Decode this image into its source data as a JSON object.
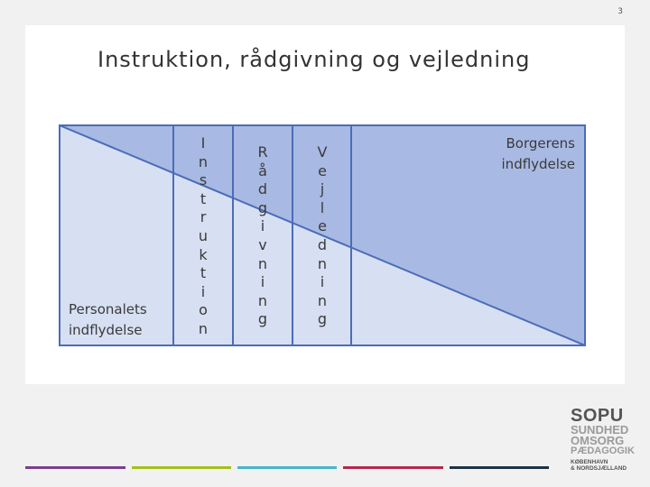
{
  "page_number": "3",
  "title": "Instruktion, rådgivning og vejledning",
  "diagram": {
    "top_right_label": [
      "Borgerens",
      "indflydelse"
    ],
    "bottom_left_label": [
      "Personalets",
      "indflydelse"
    ],
    "columns": [
      {
        "name": "instruktion",
        "letters": [
          "I",
          "n",
          "s",
          "t",
          "r",
          "u",
          "k",
          "t",
          "i",
          "o",
          "n"
        ]
      },
      {
        "name": "raadgivning",
        "letters": [
          "R",
          "å",
          "d",
          "g",
          "i",
          "v",
          "n",
          "i",
          "n",
          "g"
        ]
      },
      {
        "name": "vejledning",
        "letters": [
          "V",
          "e",
          "j",
          "l",
          "e",
          "d",
          "n",
          "i",
          "n",
          "g"
        ]
      }
    ],
    "colors": {
      "dark_fill": "#a8b9e3",
      "light_fill": "#d7dff3",
      "line": "#4a6db8"
    }
  },
  "logo": {
    "line1": "SOPU",
    "line2": "SUNDHED",
    "line3": "OMSORG",
    "line4": "PÆDAGOGIK",
    "line5": "KØBENHAVN",
    "line6": "& NORDSJÆLLAND"
  },
  "footer_colors": [
    "#7a3f8f",
    "#a6bf1a",
    "#46b7c8",
    "#b1284f",
    "#1d3344"
  ]
}
